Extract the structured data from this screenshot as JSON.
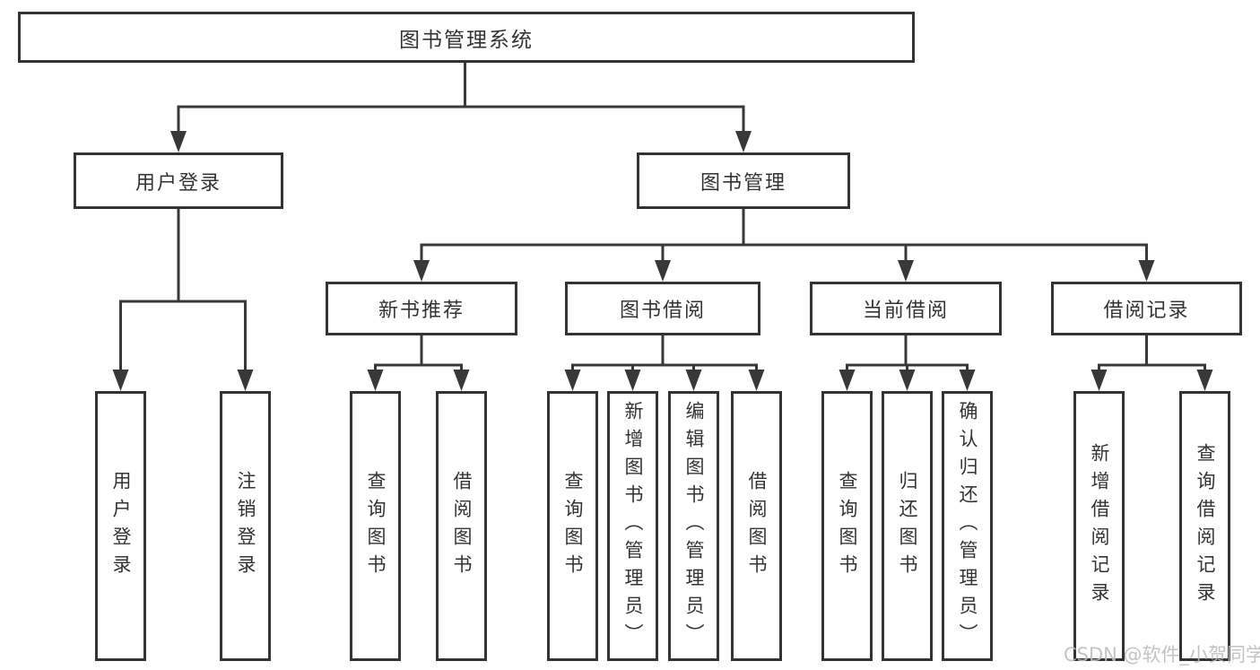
{
  "diagram": {
    "root": {
      "label": "图书管理系统"
    },
    "level2": [
      {
        "label": "用户登录"
      },
      {
        "label": "图书管理"
      }
    ],
    "level3": [
      {
        "label": "新书推荐"
      },
      {
        "label": "图书借阅"
      },
      {
        "label": "当前借阅"
      },
      {
        "label": "借阅记录"
      }
    ],
    "leaves": [
      {
        "label": "用户登录"
      },
      {
        "label": "注销登录"
      },
      {
        "label": "查询图书"
      },
      {
        "label": "借阅图书"
      },
      {
        "label": "查询图书"
      },
      {
        "label": "新增图书（管理员）"
      },
      {
        "label": "编辑图书（管理员）"
      },
      {
        "label": "借阅图书"
      },
      {
        "label": "查询图书"
      },
      {
        "label": "归还图书"
      },
      {
        "label": "确认归还（管理员）"
      },
      {
        "label": "新增借阅记录"
      },
      {
        "label": "查询借阅记录"
      }
    ]
  },
  "watermark": {
    "text": "CSDN @软件_小贺同学"
  },
  "colors": {
    "line": "#383838",
    "box_border": "#333333",
    "text": "#333333",
    "watermark": "#bdbdbd",
    "background": "#ffffff"
  }
}
